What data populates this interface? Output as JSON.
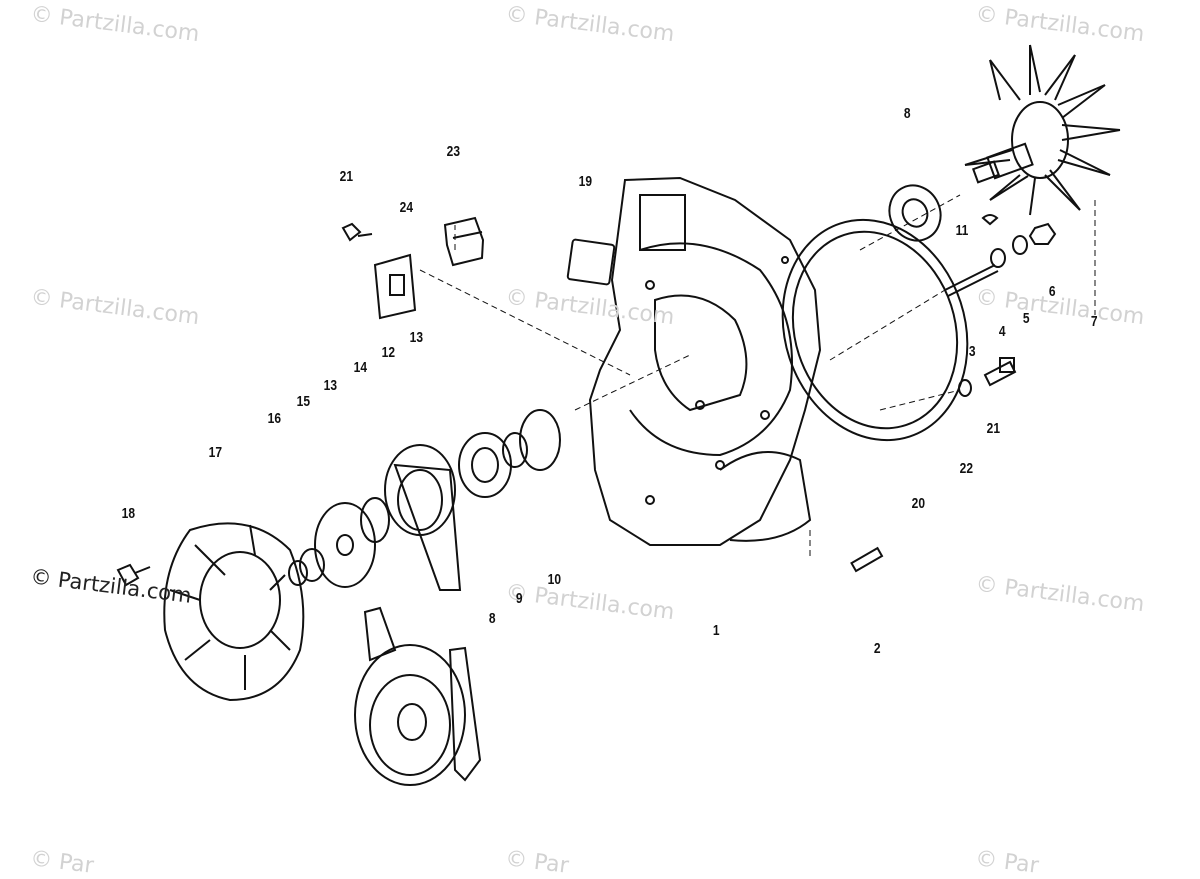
{
  "watermark": {
    "text": "© Partzilla.com",
    "text_cut": "© Par"
  },
  "callouts": {
    "c1": "1",
    "c2": "2",
    "c3": "3",
    "c4": "4",
    "c5": "5",
    "c6": "6",
    "c7": "7",
    "c8a": "8",
    "c8b": "8",
    "c9": "9",
    "c10": "10",
    "c11": "11",
    "c12": "12",
    "c13a": "13",
    "c13b": "13",
    "c14": "14",
    "c15": "15",
    "c16": "16",
    "c17": "17",
    "c18": "18",
    "c19": "19",
    "c20": "20",
    "c21a": "21",
    "c21b": "21",
    "c22": "22",
    "c23": "23",
    "c24": "24"
  }
}
